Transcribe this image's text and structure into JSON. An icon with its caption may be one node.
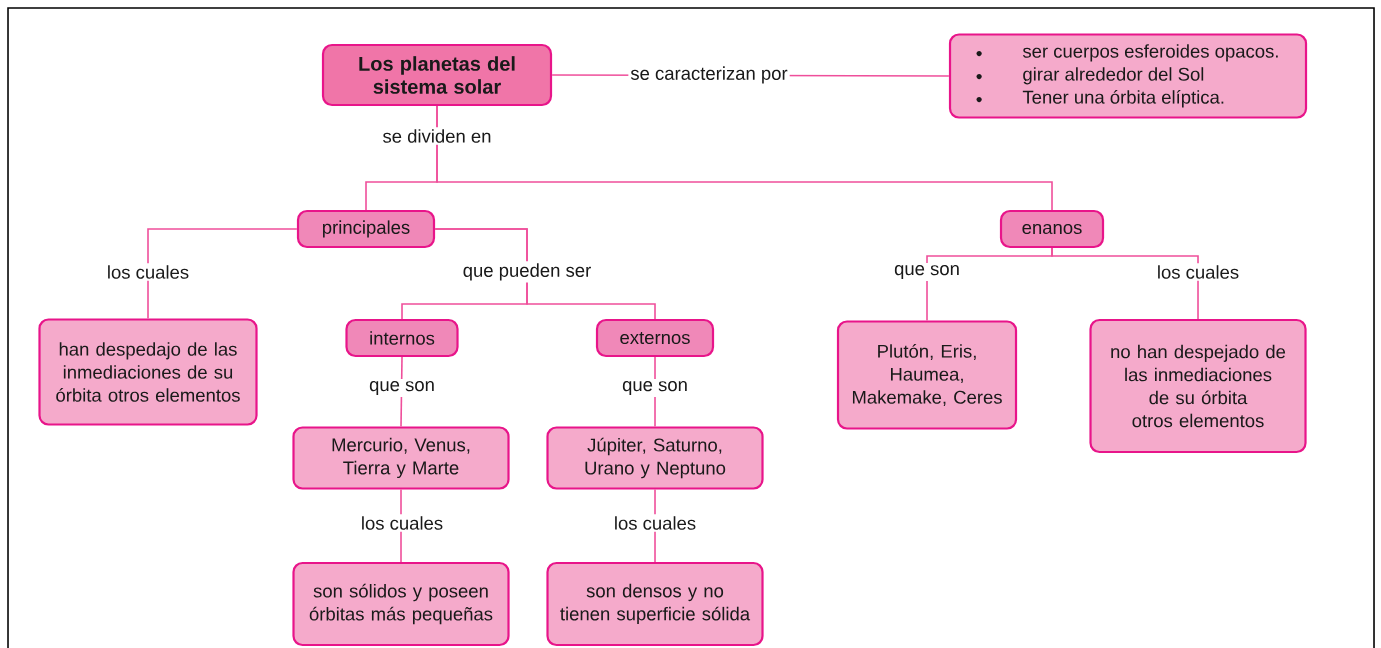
{
  "diagram": {
    "nodes": [
      {
        "text": [
          "Los planetas del sistema solar"
        ]
      },
      {
        "text": [
          "ser cuerpos esferoides opacos.",
          "girar alrededor del Sol",
          "Tener una órbita elíptica."
        ]
      },
      {
        "text": [
          "principales"
        ]
      },
      {
        "text": [
          "enanos"
        ]
      },
      {
        "text": [
          "han despedajo de las inmediaciones de su órbita otros elementos"
        ]
      },
      {
        "text": [
          "internos"
        ]
      },
      {
        "text": [
          "externos"
        ]
      },
      {
        "text": [
          "Plutón, Eris, Haumea, Makemake, Ceres"
        ]
      },
      {
        "text": [
          "no han despejado de las inmediaciones de su órbita otros elementos"
        ]
      },
      {
        "text": [
          "Mercurio, Venus, Tierra y Marte"
        ]
      },
      {
        "text": [
          "Júpiter, Saturno, Urano y Neptuno"
        ]
      },
      {
        "text": [
          "son sólidos y poseen órbitas más pequeñas"
        ]
      },
      {
        "text": [
          "son densos y no tienen superficie sólida"
        ]
      }
    ],
    "edges": [
      {
        "from": 0,
        "to": 1,
        "arrow": "none",
        "label": "se caracterizan por"
      },
      {
        "from": 0,
        "to": 2,
        "arrow": "none",
        "label": "se dividen en"
      },
      {
        "from": 0,
        "to": 3,
        "arrow": "none"
      },
      {
        "from": 2,
        "to": 4,
        "arrow": "none",
        "label": "los cuales"
      },
      {
        "from": 2,
        "to": 5,
        "arrow": "none",
        "label": "que pueden ser"
      },
      {
        "from": 2,
        "to": 6,
        "arrow": "none"
      },
      {
        "from": 3,
        "to": 7,
        "arrow": "none",
        "label": "que son"
      },
      {
        "from": 3,
        "to": 8,
        "arrow": "none",
        "label": "los cuales"
      },
      {
        "from": 5,
        "to": 9,
        "arrow": "none",
        "label": "que son"
      },
      {
        "from": 6,
        "to": 10,
        "arrow": "none",
        "label": "que son"
      },
      {
        "from": 9,
        "to": 11,
        "arrow": "none",
        "label": "los cuales"
      },
      {
        "from": 10,
        "to": 12,
        "arrow": "none",
        "label": "los cuales"
      }
    ]
  }
}
